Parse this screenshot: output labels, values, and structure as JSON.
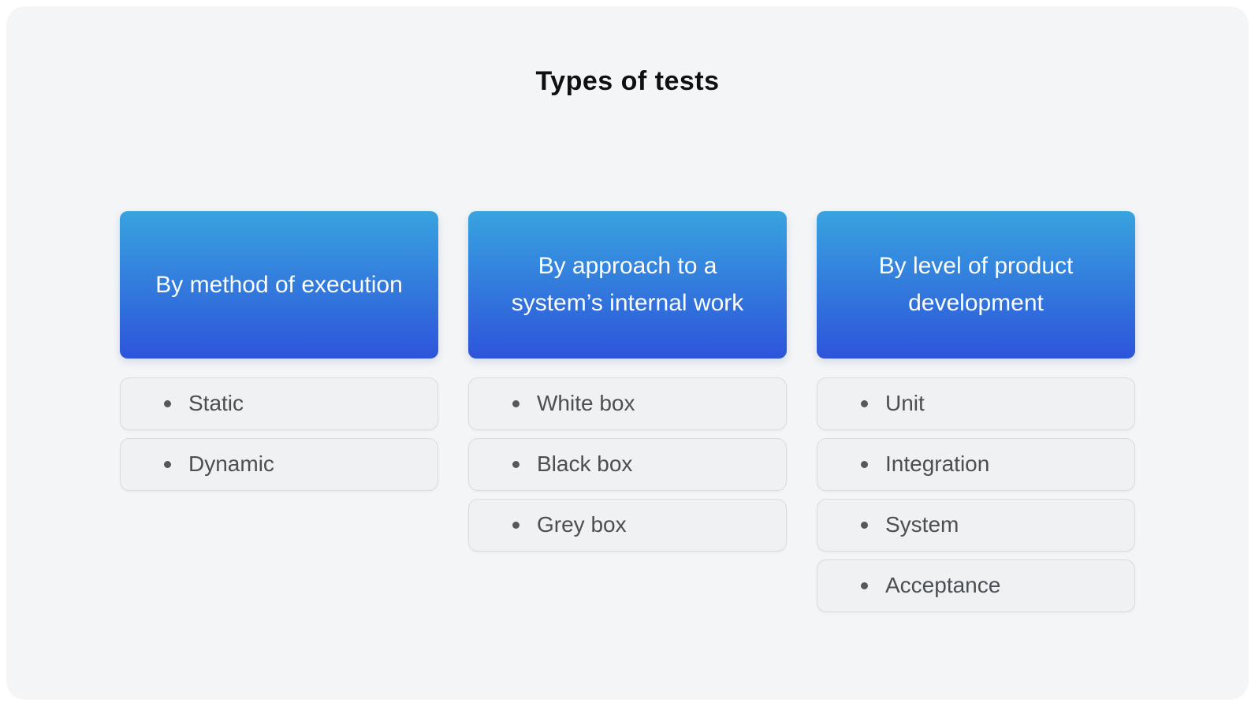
{
  "page": {
    "title": "Types of tests"
  },
  "colors": {
    "outer_background": "#FFFFFF",
    "panel_background": "#F3F5F6",
    "card_gradient_top": "#38A3DF",
    "card_gradient_bottom": "#2D54DB",
    "card_text": "#FBFDFE",
    "item_background": "#EFF1F2",
    "item_border": "#D9DCDE",
    "item_text": "#4A4F54",
    "bullet": "#54595E",
    "title_text": "#0E1113"
  },
  "columns": [
    {
      "header": "By method of execution",
      "items": [
        "Static",
        "Dynamic"
      ]
    },
    {
      "header": "By approach to a system’s internal work",
      "items": [
        "White box",
        "Black box",
        "Grey box"
      ]
    },
    {
      "header": "By level of product development",
      "items": [
        "Unit",
        "Integration",
        "System",
        "Acceptance"
      ]
    }
  ]
}
